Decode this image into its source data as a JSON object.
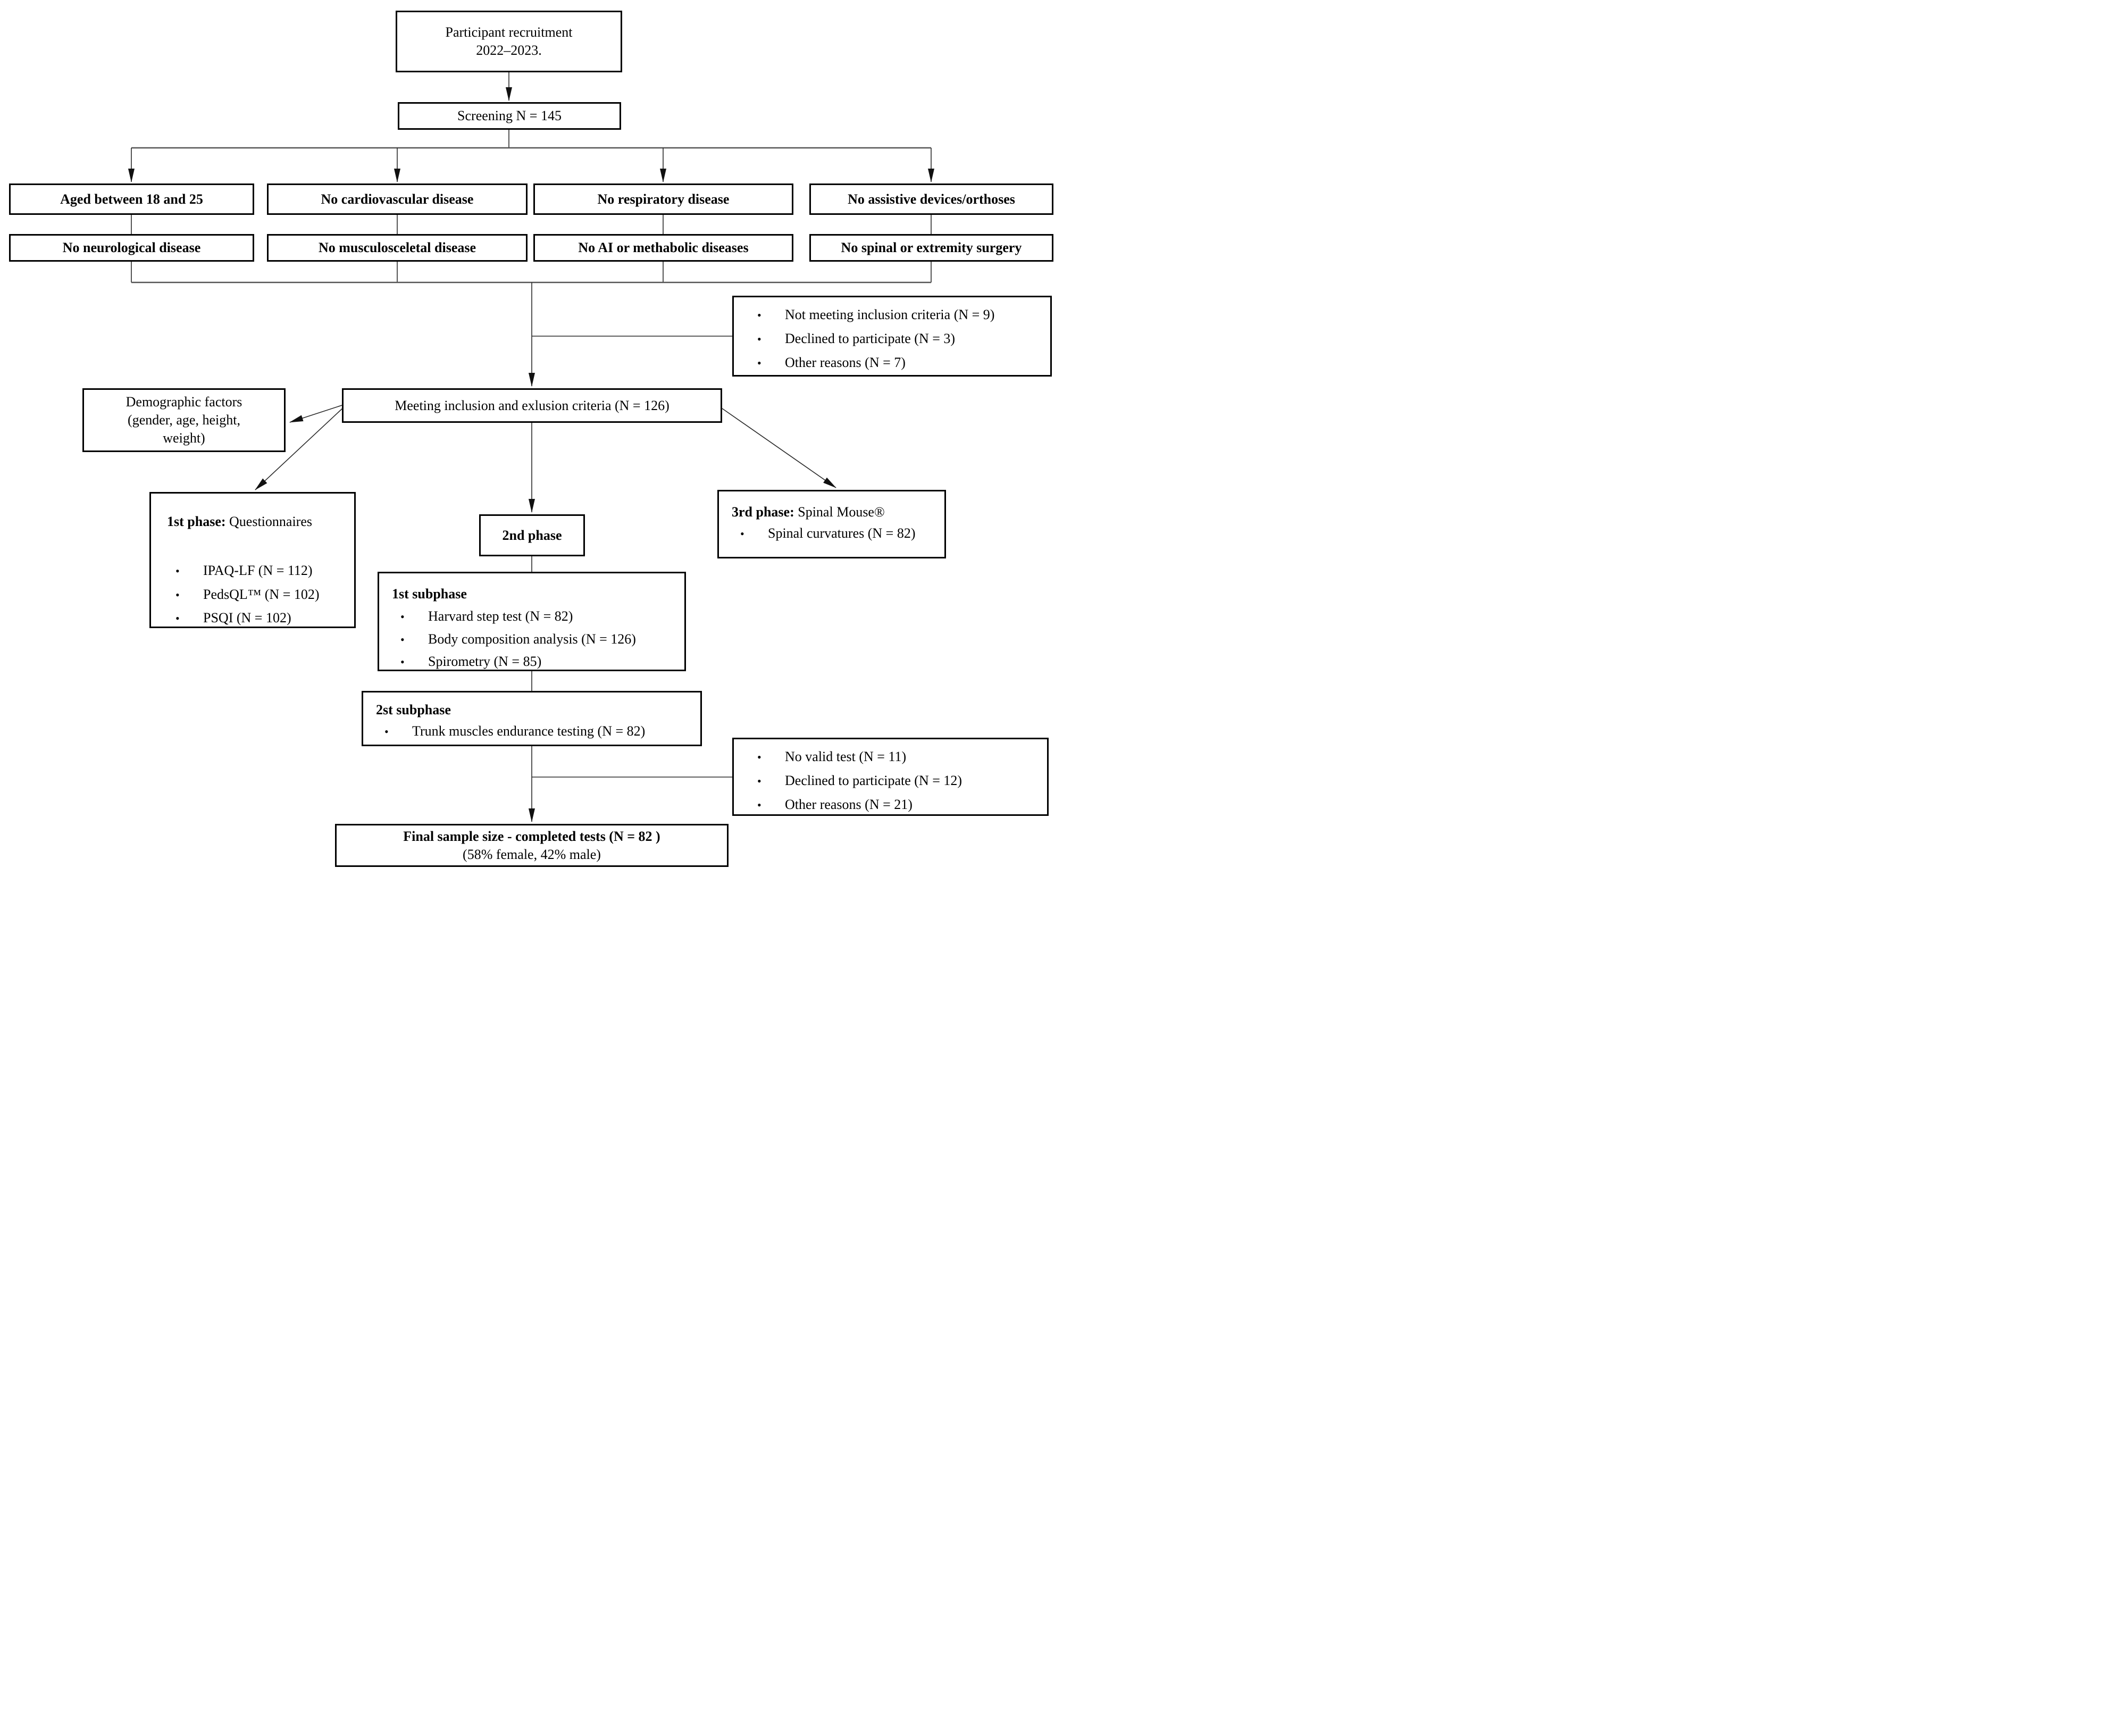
{
  "colors": {
    "box_border": "#000000",
    "connector": "#2a2a2a",
    "background": "#ffffff"
  },
  "diagram": {
    "bullet": "•",
    "top_box": {
      "line1": "Participant recruitment",
      "line2": "2022–2023."
    },
    "screening_box": {
      "label": "Screening N = 145"
    },
    "criteria_row1": {
      "items": [
        "Aged between 18 and 25",
        "No cardiovascular disease",
        "No respiratory disease",
        "No assistive devices/orthoses"
      ]
    },
    "criteria_row2": {
      "items": [
        "No neurological disease",
        "No musculosceletal disease",
        "No AI or methabolic diseases",
        "No spinal  or extremity surgery"
      ]
    },
    "exclusion1": {
      "items": [
        "Not meeting inclusion criteria (N = 9)",
        "Declined to participate (N = 3)",
        "Other reasons (N = 7)"
      ]
    },
    "meeting_box": {
      "label": "Meeting inclusion and exlusion criteria (N = 126)"
    },
    "demographic_box": {
      "line1": "Demographic factors",
      "line2": "(gender, age, height,",
      "line3": "weight)"
    },
    "phase1": {
      "title_bold": "1st phase:",
      "title_rest": " Questionnaires",
      "items": [
        "IPAQ-LF (N = 112)",
        "PedsQL™ (N = 102)",
        "PSQI (N = 102)"
      ]
    },
    "phase2": {
      "label": "2nd phase"
    },
    "phase3": {
      "title_bold": "3rd phase:",
      "title_rest": " Spinal Mouse®",
      "items": [
        "Spinal curvatures (N = 82)"
      ]
    },
    "subphase1": {
      "title": "1st subphase",
      "items": [
        "Harvard step test (N = 82)",
        "Body composition analysis (N = 126)",
        "Spirometry (N = 85)"
      ]
    },
    "subphase2": {
      "title": "2st subphase",
      "items": [
        "Trunk muscles endurance testing (N = 82)"
      ]
    },
    "exclusion2": {
      "items": [
        "No valid test (N = 11)",
        "Declined to participate (N = 12)",
        "Other reasons (N = 21)"
      ]
    },
    "final_box": {
      "line1": "Final sample size - completed tests (N = 82 )",
      "line2": "(58% female, 42% male)"
    }
  }
}
